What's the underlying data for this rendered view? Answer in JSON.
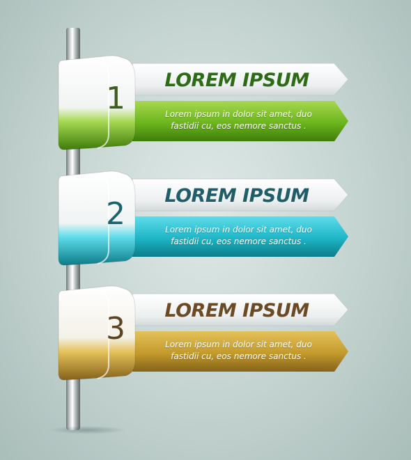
{
  "banners": [
    {
      "number": "1",
      "title": "LOREM IPSUM",
      "text_line1": "Lorem ipsum in dolor sit amet, duo",
      "text_line2": "fastidii cu, eos nemore sanctus .",
      "colors": {
        "light": "#a6d851",
        "main": "#6bb51c",
        "dark": "#3f7c0b",
        "title": "#2d6b17",
        "number": "#3c5d1d"
      }
    },
    {
      "number": "2",
      "title": "LOREM IPSUM",
      "text_line1": "Lorem ipsum in dolor sit amet, duo",
      "text_line2": "fastidii cu, eos nemore sanctus .",
      "colors": {
        "light": "#5fdcea",
        "main": "#1db5c6",
        "dark": "#0c7c88",
        "title": "#1f5e68",
        "number": "#1a6370"
      }
    },
    {
      "number": "3",
      "title": "LOREM IPSUM",
      "text_line1": "Lorem ipsum in dolor sit amet, duo",
      "text_line2": "fastidii cu, eos nemore sanctus .",
      "colors": {
        "light": "#e4c15a",
        "main": "#c39a2b",
        "dark": "#85621a",
        "title": "#6b4a24",
        "number": "#5c4322"
      }
    }
  ]
}
